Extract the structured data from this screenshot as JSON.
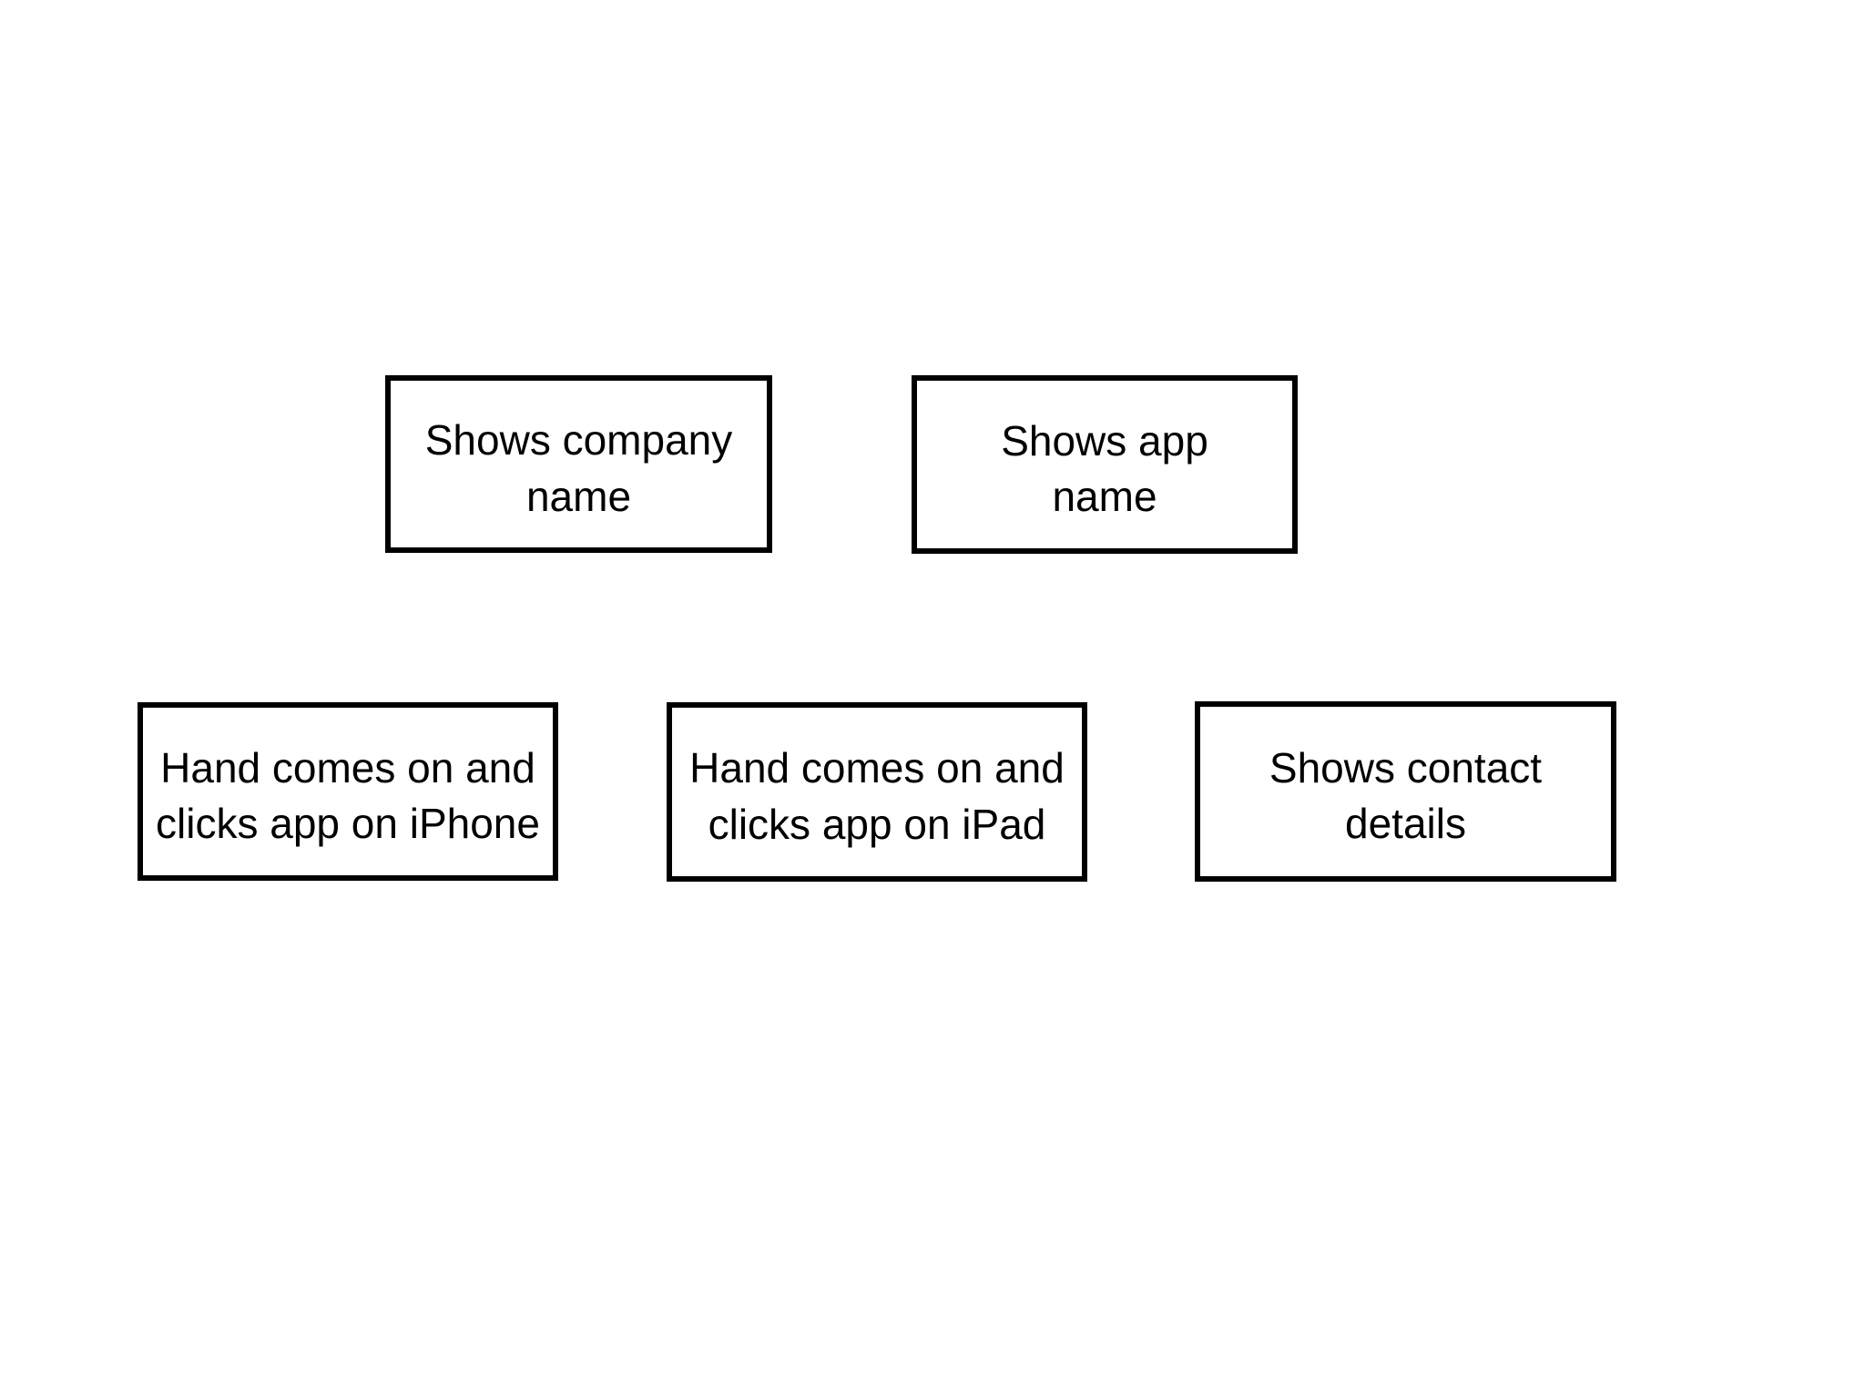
{
  "diagram": {
    "background_color": "#ffffff",
    "box_border_color": "#000000",
    "box_text_color": "#000000",
    "boxes": {
      "company": {
        "label": "Shows company\nname"
      },
      "app": {
        "label": "Shows app\nname"
      },
      "iphone": {
        "label": "Hand comes on and\nclicks app on iPhone"
      },
      "ipad": {
        "label": "Hand comes on and\nclicks app on iPad"
      },
      "contact": {
        "label": "Shows contact\ndetails"
      }
    }
  }
}
